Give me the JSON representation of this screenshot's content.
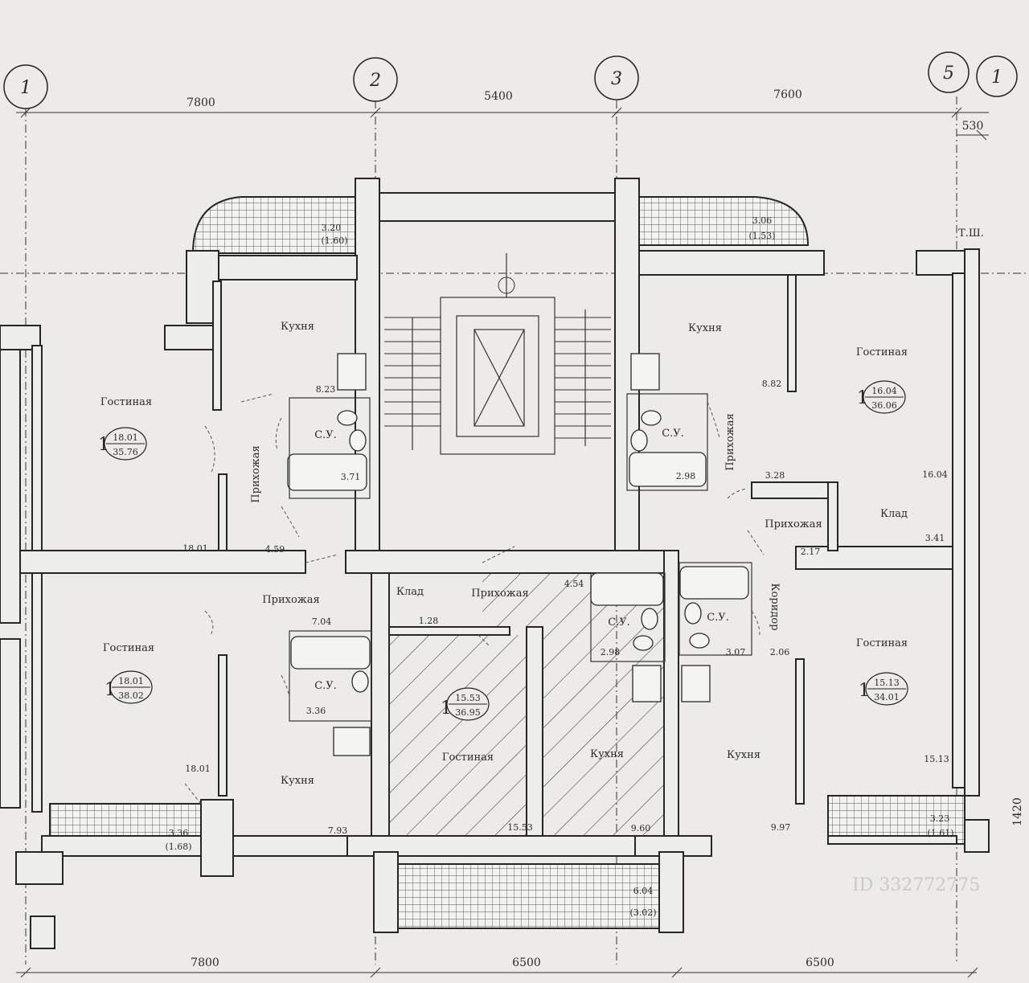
{
  "axes": {
    "a1_left": "1",
    "a2": "2",
    "a3": "3",
    "a5": "5",
    "a1_right": "1"
  },
  "dimensions": {
    "top_1": "7800",
    "top_2": "5400",
    "top_3": "7600",
    "top_4": "530",
    "bottom_1": "7800",
    "bottom_2": "6500",
    "bottom_3": "6500",
    "right_side": "1420"
  },
  "rooms": {
    "kitchen_tl": "Кухня",
    "kitchen_tr": "Кухня",
    "kitchen_bl": "Кухня",
    "kitchen_bm": "Кухня",
    "kitchen_br": "Кухня",
    "living_tl": "Гостиная",
    "living_tr": "Гостиная",
    "living_bl": "Гостиная",
    "living_bm": "Гостиная",
    "living_br": "Гостиная",
    "hall_tl": "Прихожая",
    "hall_tr": "Прихожая",
    "hall_bl": "Прихожая",
    "hall_bm": "Прихожая",
    "hall_r": "Прихожая",
    "bath_tl": "С.У.",
    "bath_tr": "С.У.",
    "bath_bl": "С.У.",
    "bath_bm": "С.У.",
    "bath_br": "С.У.",
    "storage_r": "Клад",
    "storage_bm": "Клад",
    "corridor": "Коридор",
    "shaft": "Т.Ш."
  },
  "areas": {
    "balc_tl": "3.20",
    "balc_tl_red": "(1.60)",
    "balc_tr": "3.06",
    "balc_tr_red": "(1.53)",
    "balc_bl": "3.36",
    "balc_bl_red": "(1.68)",
    "balc_bm": "6.04",
    "balc_bm_red": "(3.02)",
    "balc_br": "3.23",
    "balc_br_red": "(1.61)",
    "k_tl": "8.23",
    "k_tr": "8.82",
    "k_bl": "7.93",
    "k_bm": "9.60",
    "k_br": "9.97",
    "su_tl": "3.71",
    "su_tr": "2.98",
    "su_bl": "3.36",
    "su_bm": "2.98",
    "su_br": "3.07",
    "h_tl": "4.59",
    "h_tr": "3.28",
    "h_bl": "7.04",
    "h_bm": "4.54",
    "h_r": "2.17",
    "corr": "2.06",
    "klad_r": "3.41",
    "klad_bm": "1.28",
    "liv_tl": "18.01",
    "liv_tl_b": "18.01",
    "liv_tr": "16.04",
    "liv_bl": "18.01",
    "liv_bm": "15.53",
    "liv_br": "15.13",
    "apt1_living": "18.01",
    "apt1_total": "35.76",
    "apt2_living": "16.04",
    "apt2_total": "36.06",
    "apt3_living": "18.01",
    "apt3_total": "38.02",
    "apt4_living": "15.53",
    "apt4_total": "36.95",
    "apt5_living": "15.13",
    "apt5_total": "34.01"
  },
  "apartments": {
    "apt1_rooms": "1",
    "apt2_rooms": "1",
    "apt3_rooms": "1",
    "apt4_rooms": "1",
    "apt5_rooms": "1"
  },
  "watermark": "ID 332772775"
}
